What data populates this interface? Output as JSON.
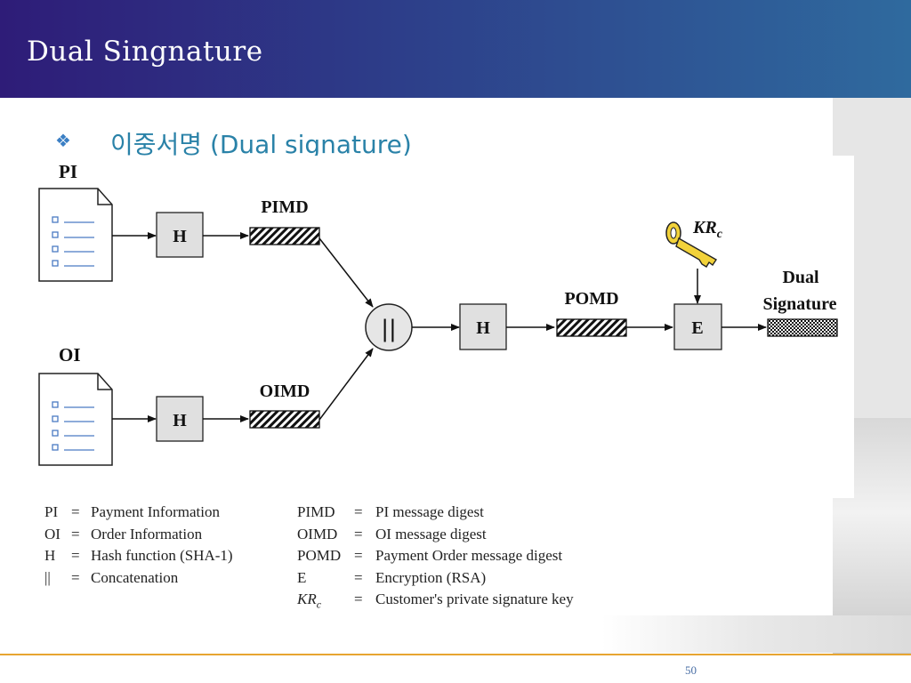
{
  "header": {
    "title": "Dual Singnature"
  },
  "slide": {
    "bullet_icon": "diamond-cluster-icon",
    "subtitle": "이중서명 (Dual signature)",
    "page_number": "50"
  },
  "diagram": {
    "pi_label": "PI",
    "oi_label": "OI",
    "h_label": "H",
    "pimd_label": "PIMD",
    "oimd_label": "OIMD",
    "concat_label": "||",
    "pomd_label": "POMD",
    "e_label": "E",
    "key_label": "KR",
    "key_sub": "c",
    "dual_sig_line1": "Dual",
    "dual_sig_line2": "Signature"
  },
  "legend_left": [
    {
      "key": "PI",
      "desc": "Payment Information"
    },
    {
      "key": "OI",
      "desc": "Order Information"
    },
    {
      "key": "H",
      "desc": "Hash function (SHA-1)"
    },
    {
      "key": "||",
      "desc": "Concatenation"
    }
  ],
  "legend_right": [
    {
      "key": "PIMD",
      "desc": "PI message digest"
    },
    {
      "key": "OIMD",
      "desc": "OI message digest"
    },
    {
      "key": "POMD",
      "desc": "Payment Order message digest"
    },
    {
      "key": "E",
      "desc": "Encryption (RSA)"
    },
    {
      "key": "KR",
      "key_sub": "c",
      "desc": "Customer's private signature key"
    }
  ],
  "colors": {
    "header_start": "#2e1c78",
    "header_end": "#2f6a9e",
    "subtitle": "#2a82a8",
    "footer_line": "#e7a531",
    "key": "#f2d23a"
  }
}
